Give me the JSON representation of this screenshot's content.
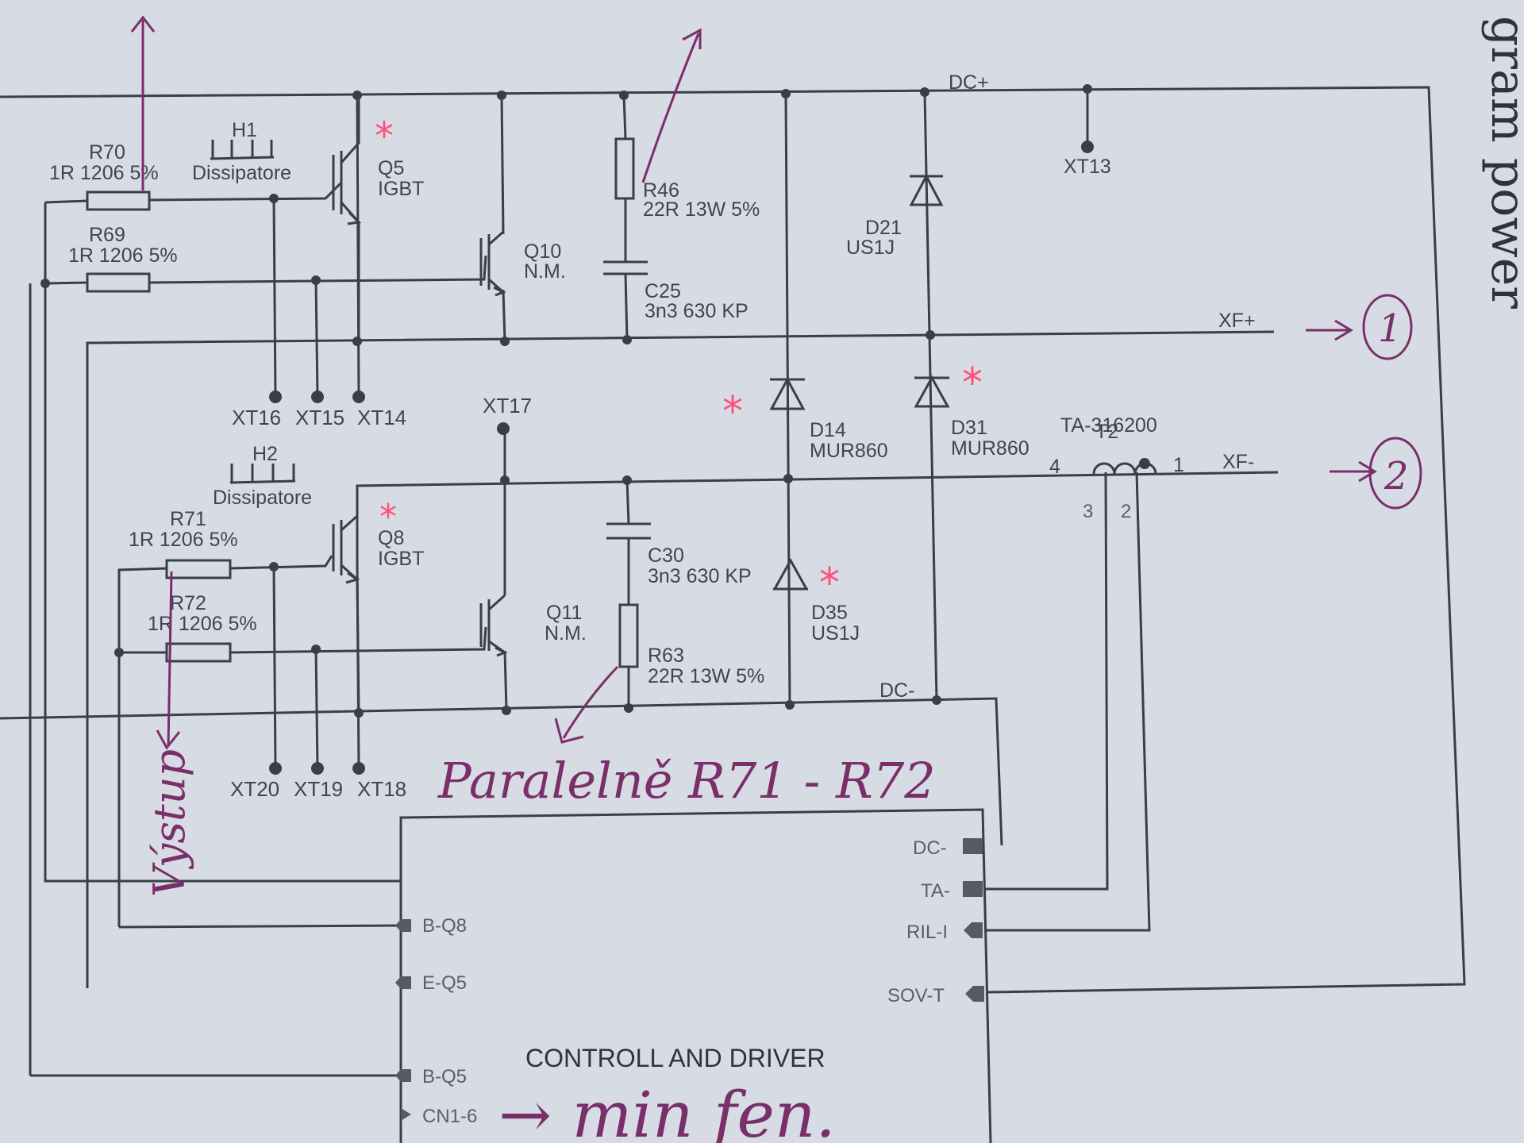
{
  "rails": {
    "dc_plus": "DC+",
    "dc_minus": "DC-",
    "xf_plus": "XF+",
    "xf_minus": "XF-"
  },
  "edge_text": "gram power",
  "resistors": {
    "r70": {
      "ref": "R70",
      "value": "1R 1206 5%"
    },
    "r69": {
      "ref": "R69",
      "value": "1R 1206 5%"
    },
    "r46": {
      "ref": "R46",
      "value": "22R 13W 5%"
    },
    "r71": {
      "ref": "R71",
      "value": "1R 1206 5%"
    },
    "r72": {
      "ref": "R72",
      "value": "1R 1206 5%"
    },
    "r63": {
      "ref": "R63",
      "value": "22R 13W 5%"
    }
  },
  "capacitors": {
    "c25": {
      "ref": "C25",
      "value": "3n3 630 KP"
    },
    "c30": {
      "ref": "C30",
      "value": "3n3 630 KP"
    }
  },
  "transistors": {
    "q5": {
      "ref": "Q5",
      "type": "IGBT"
    },
    "q10": {
      "ref": "Q10",
      "type": "N.M."
    },
    "q8": {
      "ref": "Q8",
      "type": "IGBT"
    },
    "q11": {
      "ref": "Q11",
      "type": "N.M."
    }
  },
  "diodes": {
    "d21": {
      "ref": "D21",
      "type": "US1J"
    },
    "d14": {
      "ref": "D14",
      "type": "MUR860"
    },
    "d31": {
      "ref": "D31",
      "type": "MUR860"
    },
    "d35": {
      "ref": "D35",
      "type": "US1J"
    }
  },
  "heatsinks": {
    "h1": {
      "ref": "H1",
      "label": "Dissipatore"
    },
    "h2": {
      "ref": "H2",
      "label": "Dissipatore"
    }
  },
  "transformer": {
    "ref": "T2",
    "type": "TA-316200",
    "pin4": "4",
    "pin1": "1",
    "pin3": "3",
    "pin2": "2"
  },
  "terminals": {
    "xt13": "XT13",
    "xt14": "XT14",
    "xt15": "XT15",
    "xt16": "XT16",
    "xt17": "XT17",
    "xt18": "XT18",
    "xt19": "XT19",
    "xt20": "XT20"
  },
  "controller": {
    "title": "CONTROLL AND DRIVER",
    "pins_left": [
      "B-Q8",
      "E-Q5",
      "B-Q5",
      "CN1-6"
    ],
    "pins_right": [
      "DC-",
      "TA-",
      "RIL-I",
      "SOV-T"
    ]
  },
  "handwriting": {
    "out1": "1",
    "out2": "2",
    "bottom": "Paralelně R71 - R72",
    "side": "Výstup",
    "cn_note": "→ min fen."
  },
  "colors": {
    "paper": "#d7dce4",
    "ink": "#3a3f47",
    "pen": "#7a2e6a",
    "marker": "#ff4f7a"
  }
}
